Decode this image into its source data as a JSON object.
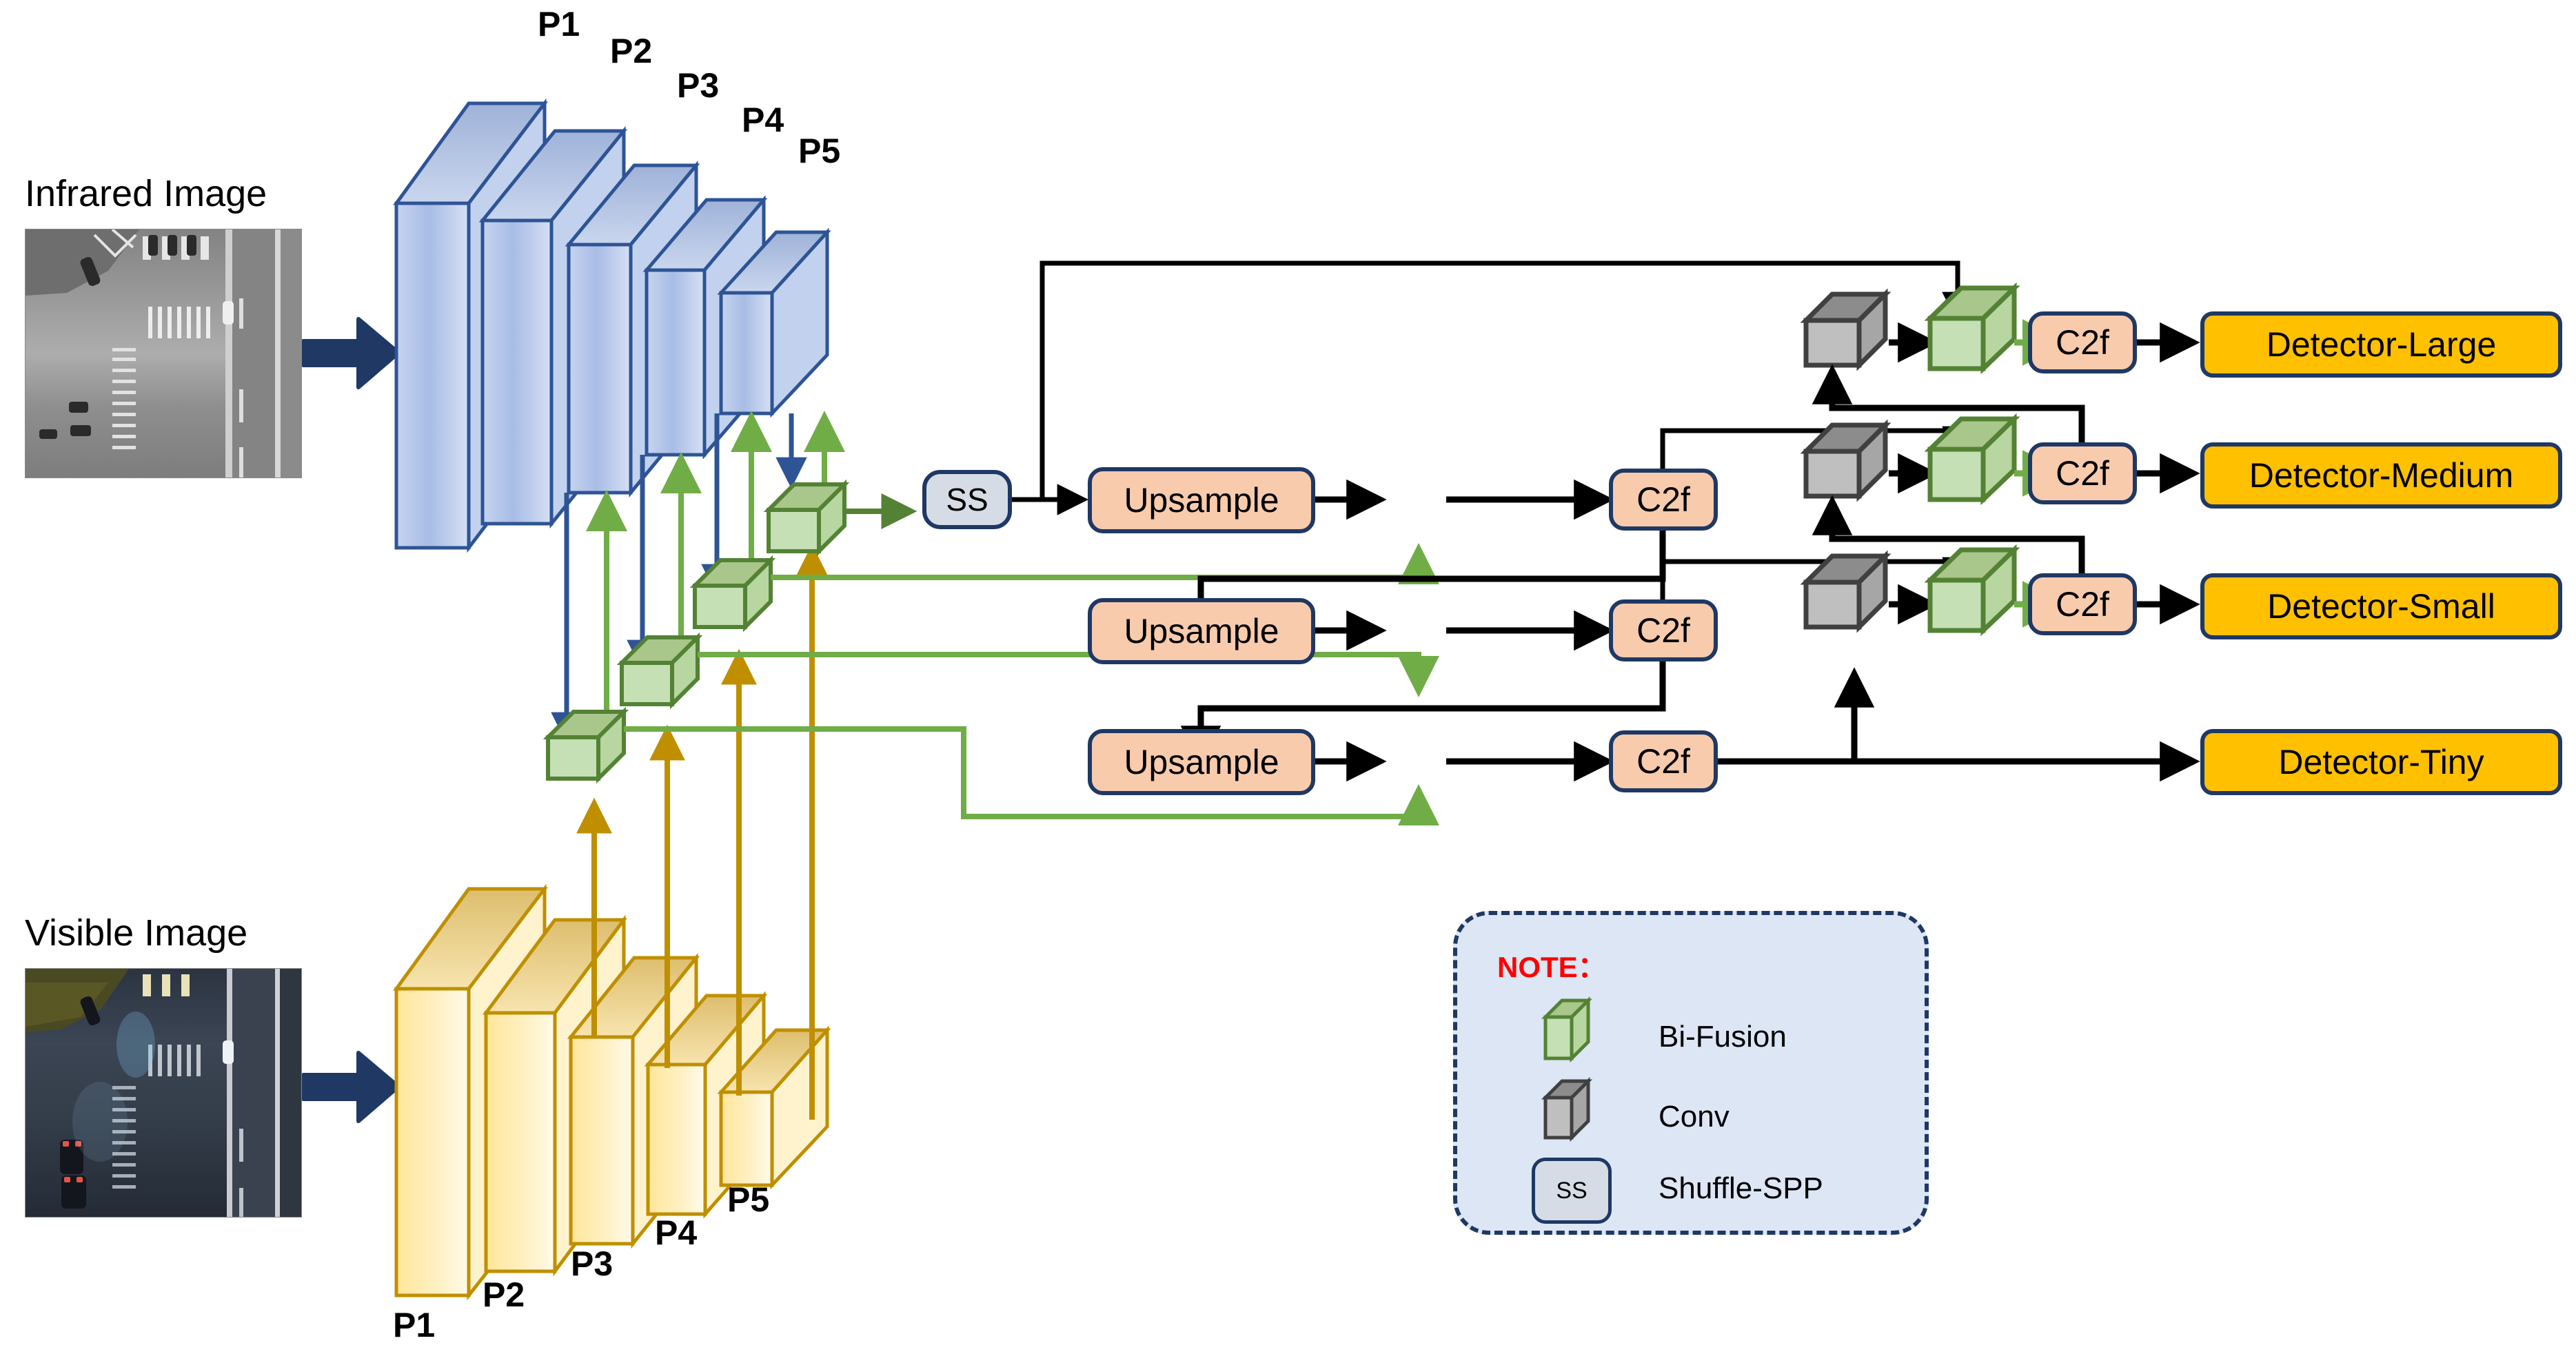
{
  "figure": {
    "kind": "neural-network-architecture-diagram",
    "inputs": [
      {
        "id": "infrared",
        "label": "Infrared Image",
        "modality": "infrared",
        "scene": "aerial road intersection, grayscale"
      },
      {
        "id": "visible",
        "label": "Visible Image",
        "modality": "visible",
        "scene": "aerial road intersection, night color"
      }
    ],
    "backbones": [
      {
        "id": "infrared-backbone",
        "color": "#B4C7E7",
        "stroke": "#2E5496",
        "stage_labels": [
          "P1",
          "P2",
          "P3",
          "P4",
          "P5"
        ]
      },
      {
        "id": "visible-backbone",
        "color": "#FFE699",
        "stroke": "#BF8F00",
        "stage_labels": [
          "P1",
          "P2",
          "P3",
          "P4",
          "P5"
        ]
      }
    ],
    "bifusion_count": 4,
    "neck": {
      "ss_label": "SS",
      "upsample_label": "Upsample",
      "c2f_label": "C2f",
      "upsample_rows": 3,
      "c2f_neck_rows": 3,
      "c2f_head_rows": 3,
      "conv_count": 3
    },
    "detectors": [
      {
        "label": "Detector-Large"
      },
      {
        "label": "Detector-Medium"
      },
      {
        "label": "Detector-Small"
      },
      {
        "label": "Detector-Tiny"
      }
    ],
    "legend": {
      "note_label": "NOTE：",
      "items": [
        {
          "icon": "bifusion-cube-icon",
          "label": "Bi-Fusion"
        },
        {
          "icon": "conv-cube-icon",
          "label": "Conv"
        },
        {
          "icon": "ss-rounded-box-icon",
          "label": "Shuffle-SPP",
          "inner_text": "SS"
        }
      ]
    },
    "colors": {
      "infrared_fill": "#B4C7E7",
      "infrared_stroke": "#2E5496",
      "visible_fill": "#FFE699",
      "visible_stroke": "#BF8F00",
      "bifusion_fill": "#C5E0B4",
      "bifusion_stroke": "#548235",
      "conv_fill": "#BFBFBF",
      "conv_stroke": "#404040",
      "block_fill": "#F8CBAD",
      "block_stroke": "#1F3864",
      "detector_fill": "#FFC000",
      "ss_fill": "#D6DCE5",
      "legend_fill": "#DCE6F5",
      "note_text": "#FF0000",
      "green_edge": "#70AD47",
      "blue_edge": "#2E5496",
      "orange_edge": "#BF8F00",
      "black_edge": "#000000"
    }
  }
}
